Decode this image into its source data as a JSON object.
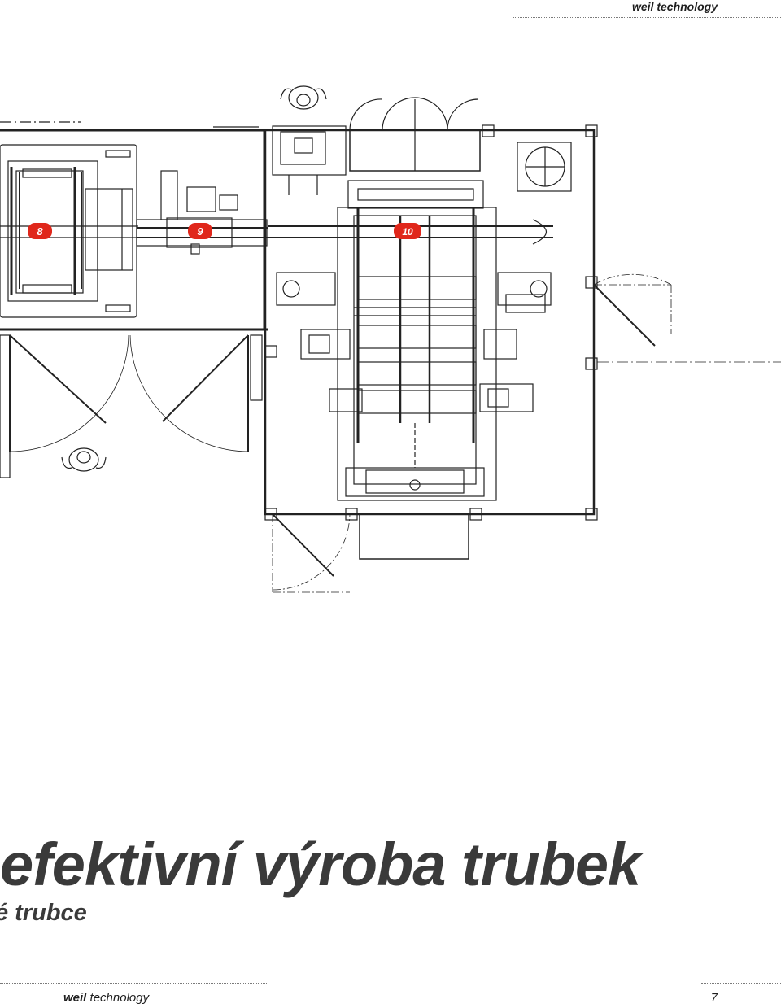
{
  "header": {
    "brand": "weil technology"
  },
  "drawing": {
    "markers": [
      {
        "label": "8",
        "color": "#e0271b"
      },
      {
        "label": "9",
        "color": "#e0271b"
      },
      {
        "label": "10",
        "color": "#e0271b"
      }
    ]
  },
  "content": {
    "headline": "efektivní výroba trubek",
    "subheadline": "é trubce"
  },
  "footer": {
    "brand_bold": "weil",
    "brand_regular": " technology",
    "page_number": "7"
  }
}
